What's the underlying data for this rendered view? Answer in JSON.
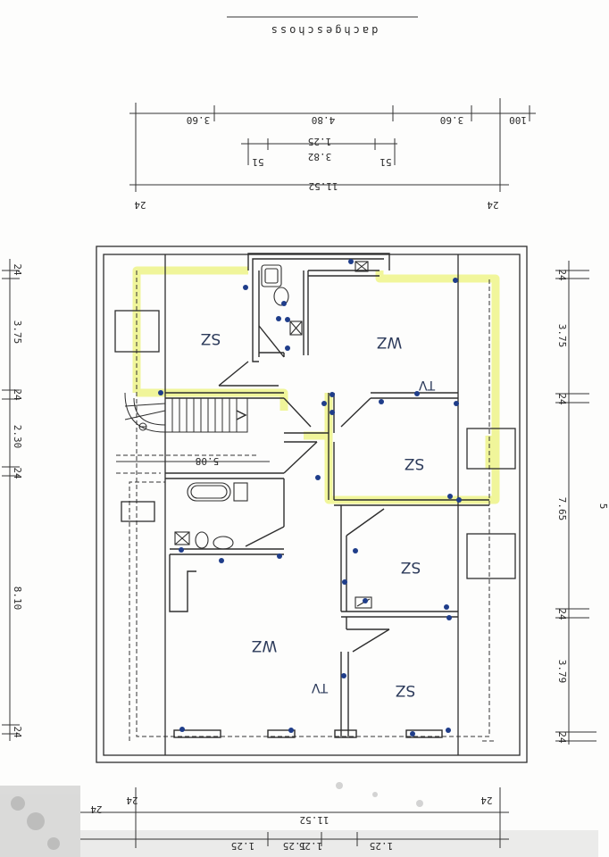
{
  "title": "dachgeschoss",
  "colors": {
    "line": "#2e2e2e",
    "highlight": "#eef48a",
    "socket": "#1f3d8a",
    "paper": "#fdfdfc"
  },
  "top_dims": {
    "a": "3.60",
    "b": "4.80",
    "c": "3.60",
    "d": "100",
    "e": "1.25",
    "f": "3.82",
    "g": "51",
    "h": "51",
    "total": "11.52",
    "l24": "24",
    "r24": "24"
  },
  "left_dims": {
    "a": "24",
    "b": "3.75",
    "c": "24",
    "d": "2.30",
    "e": "24",
    "f": "8.10",
    "g": "24"
  },
  "right_dims": {
    "a": "24",
    "b": "3.75",
    "c": "24",
    "d": "7.65",
    "e": "5",
    "f": "24",
    "g": "3.79",
    "h": "24"
  },
  "bottom_dims": {
    "l24": "24",
    "r24": "24",
    "total": "11.52",
    "l24b": "24",
    "a": "1.25",
    "b": "1.25",
    "c": "1.25",
    "d": "1.25"
  },
  "inner_dim": "5.08",
  "rooms": {
    "sz_1": "SZ",
    "wz_1": "WZ",
    "sz_2": "SZ",
    "sz_3": "SZ",
    "wz_2": "WZ",
    "sz_4": "SZ",
    "tv_1": "TV",
    "tv_2": "TV"
  }
}
